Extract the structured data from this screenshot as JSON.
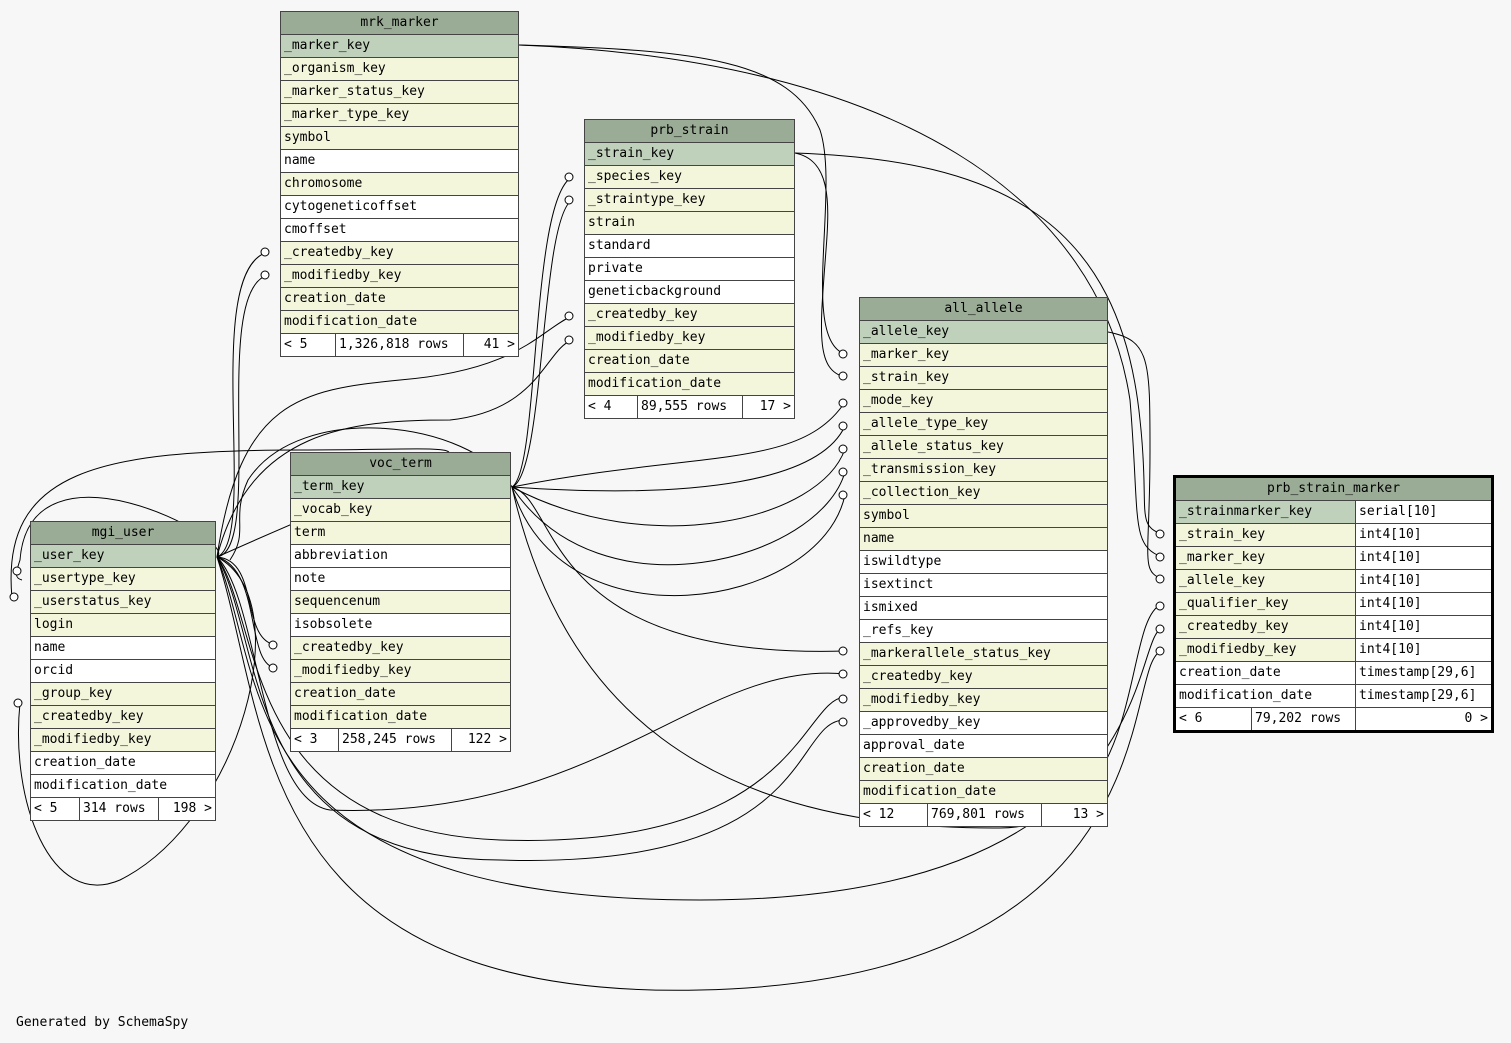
{
  "footer_text": "Generated by SchemaSpy",
  "colors": {
    "header": "#9aab96",
    "primary_key_row": "#bfd0bb",
    "foreign_key_row": "#f4f6dc",
    "plain_row": "#ffffff",
    "background": "#f7f7f7"
  },
  "tables": {
    "mrk_marker": {
      "name": "mrk_marker",
      "columns": [
        {
          "name": "_marker_key",
          "kind": "pk"
        },
        {
          "name": "_organism_key",
          "kind": "fk"
        },
        {
          "name": "_marker_status_key",
          "kind": "fk"
        },
        {
          "name": "_marker_type_key",
          "kind": "fk"
        },
        {
          "name": "symbol",
          "kind": "fk"
        },
        {
          "name": "name",
          "kind": "plain"
        },
        {
          "name": "chromosome",
          "kind": "fk"
        },
        {
          "name": "cytogeneticoffset",
          "kind": "plain"
        },
        {
          "name": "cmoffset",
          "kind": "plain"
        },
        {
          "name": "_createdby_key",
          "kind": "fk"
        },
        {
          "name": "_modifiedby_key",
          "kind": "fk"
        },
        {
          "name": "creation_date",
          "kind": "fk"
        },
        {
          "name": "modification_date",
          "kind": "fk"
        }
      ],
      "parents": "< 5",
      "rows": "1,326,818 rows",
      "children": "41 >"
    },
    "prb_strain": {
      "name": "prb_strain",
      "columns": [
        {
          "name": "_strain_key",
          "kind": "pk"
        },
        {
          "name": "_species_key",
          "kind": "fk"
        },
        {
          "name": "_straintype_key",
          "kind": "fk"
        },
        {
          "name": "strain",
          "kind": "fk"
        },
        {
          "name": "standard",
          "kind": "plain"
        },
        {
          "name": "private",
          "kind": "plain"
        },
        {
          "name": "geneticbackground",
          "kind": "plain"
        },
        {
          "name": "_createdby_key",
          "kind": "fk"
        },
        {
          "name": "_modifiedby_key",
          "kind": "fk"
        },
        {
          "name": "creation_date",
          "kind": "fk"
        },
        {
          "name": "modification_date",
          "kind": "fk"
        }
      ],
      "parents": "< 4",
      "rows": "89,555 rows",
      "children": "17 >"
    },
    "voc_term": {
      "name": "voc_term",
      "columns": [
        {
          "name": "_term_key",
          "kind": "pk"
        },
        {
          "name": "_vocab_key",
          "kind": "fk"
        },
        {
          "name": "term",
          "kind": "fk"
        },
        {
          "name": "abbreviation",
          "kind": "plain"
        },
        {
          "name": "note",
          "kind": "plain"
        },
        {
          "name": "sequencenum",
          "kind": "fk"
        },
        {
          "name": "isobsolete",
          "kind": "plain"
        },
        {
          "name": "_createdby_key",
          "kind": "fk"
        },
        {
          "name": "_modifiedby_key",
          "kind": "fk"
        },
        {
          "name": "creation_date",
          "kind": "fk"
        },
        {
          "name": "modification_date",
          "kind": "fk"
        }
      ],
      "parents": "< 3",
      "rows": "258,245 rows",
      "children": "122 >"
    },
    "mgi_user": {
      "name": "mgi_user",
      "columns": [
        {
          "name": "_user_key",
          "kind": "pk"
        },
        {
          "name": "_usertype_key",
          "kind": "fk"
        },
        {
          "name": "_userstatus_key",
          "kind": "fk"
        },
        {
          "name": "login",
          "kind": "fk"
        },
        {
          "name": "name",
          "kind": "plain"
        },
        {
          "name": "orcid",
          "kind": "plain"
        },
        {
          "name": "_group_key",
          "kind": "fk"
        },
        {
          "name": "_createdby_key",
          "kind": "fk"
        },
        {
          "name": "_modifiedby_key",
          "kind": "fk"
        },
        {
          "name": "creation_date",
          "kind": "plain"
        },
        {
          "name": "modification_date",
          "kind": "plain"
        }
      ],
      "parents": "< 5",
      "rows": "314 rows",
      "children": "198 >"
    },
    "all_allele": {
      "name": "all_allele",
      "columns": [
        {
          "name": "_allele_key",
          "kind": "pk"
        },
        {
          "name": "_marker_key",
          "kind": "fk"
        },
        {
          "name": "_strain_key",
          "kind": "fk"
        },
        {
          "name": "_mode_key",
          "kind": "fk"
        },
        {
          "name": "_allele_type_key",
          "kind": "fk"
        },
        {
          "name": "_allele_status_key",
          "kind": "fk"
        },
        {
          "name": "_transmission_key",
          "kind": "fk"
        },
        {
          "name": "_collection_key",
          "kind": "fk"
        },
        {
          "name": "symbol",
          "kind": "fk"
        },
        {
          "name": "name",
          "kind": "fk"
        },
        {
          "name": "iswildtype",
          "kind": "plain"
        },
        {
          "name": "isextinct",
          "kind": "plain"
        },
        {
          "name": "ismixed",
          "kind": "plain"
        },
        {
          "name": "_refs_key",
          "kind": "plain"
        },
        {
          "name": "_markerallele_status_key",
          "kind": "fk"
        },
        {
          "name": "_createdby_key",
          "kind": "fk"
        },
        {
          "name": "_modifiedby_key",
          "kind": "fk"
        },
        {
          "name": "_approvedby_key",
          "kind": "plain"
        },
        {
          "name": "approval_date",
          "kind": "plain"
        },
        {
          "name": "creation_date",
          "kind": "fk"
        },
        {
          "name": "modification_date",
          "kind": "fk"
        }
      ],
      "parents": "< 12",
      "rows": "769,801 rows",
      "children": "13 >"
    },
    "prb_strain_marker": {
      "name": "prb_strain_marker",
      "columns": [
        {
          "name": "_strainmarker_key",
          "type": "serial[10]",
          "kind": "pk"
        },
        {
          "name": "_strain_key",
          "type": "int4[10]",
          "kind": "fk"
        },
        {
          "name": "_marker_key",
          "type": "int4[10]",
          "kind": "fk"
        },
        {
          "name": "_allele_key",
          "type": "int4[10]",
          "kind": "fk"
        },
        {
          "name": "_qualifier_key",
          "type": "int4[10]",
          "kind": "fk"
        },
        {
          "name": "_createdby_key",
          "type": "int4[10]",
          "kind": "fk"
        },
        {
          "name": "_modifiedby_key",
          "type": "int4[10]",
          "kind": "fk"
        },
        {
          "name": "creation_date",
          "type": "timestamp[29,6]",
          "kind": "plain"
        },
        {
          "name": "modification_date",
          "type": "timestamp[29,6]",
          "kind": "plain"
        }
      ],
      "parents": "< 6",
      "rows": "79,202 rows",
      "children": "0 >"
    }
  }
}
